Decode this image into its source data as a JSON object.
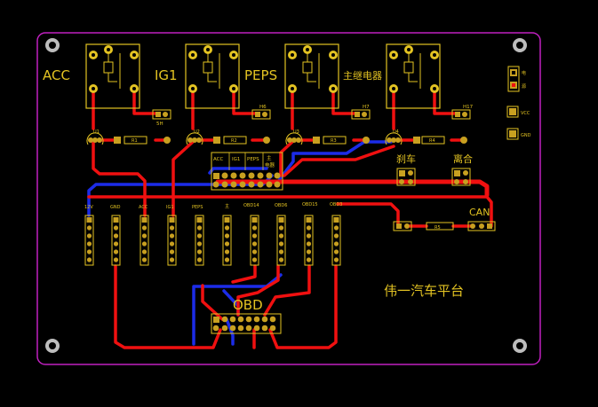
{
  "relays": [
    {
      "label": "ACC",
      "header": "5H"
    },
    {
      "label": "IG1",
      "header": "H6"
    },
    {
      "label": "PEPS",
      "header": "H7"
    },
    {
      "label": "主继电器",
      "header": "H17"
    }
  ],
  "transistors": [
    {
      "name": "U1",
      "resistor": "R1"
    },
    {
      "name": "U2",
      "resistor": "R2"
    },
    {
      "name": "U3",
      "resistor": "R3"
    },
    {
      "name": "U4",
      "resistor": "R4"
    }
  ],
  "power": {
    "label_1": "电",
    "label_2": "源",
    "vcc": "VCC",
    "gnd": "GND"
  },
  "right_connectors": {
    "brake": "刹车",
    "clutch": "离合"
  },
  "center_block": [
    "ACC",
    "IG1",
    "PEPS",
    "主",
    "电器"
  ],
  "headers": [
    "12V",
    "GND",
    "ACC",
    "IG1",
    "PEPS",
    "主",
    "OBD14",
    "OBD6",
    "OBD15",
    "OBD3"
  ],
  "can": {
    "label": "CAN",
    "resistor": "R5"
  },
  "obd": {
    "label": "OBD"
  },
  "platform": {
    "title": "伟一汽车平台"
  },
  "colors": {
    "top_copper": "#f01010",
    "bottom_copper": "#1c2ce8",
    "silkscreen": "#e3c322",
    "outline": "#c020c0",
    "pad": "#c8a020"
  }
}
